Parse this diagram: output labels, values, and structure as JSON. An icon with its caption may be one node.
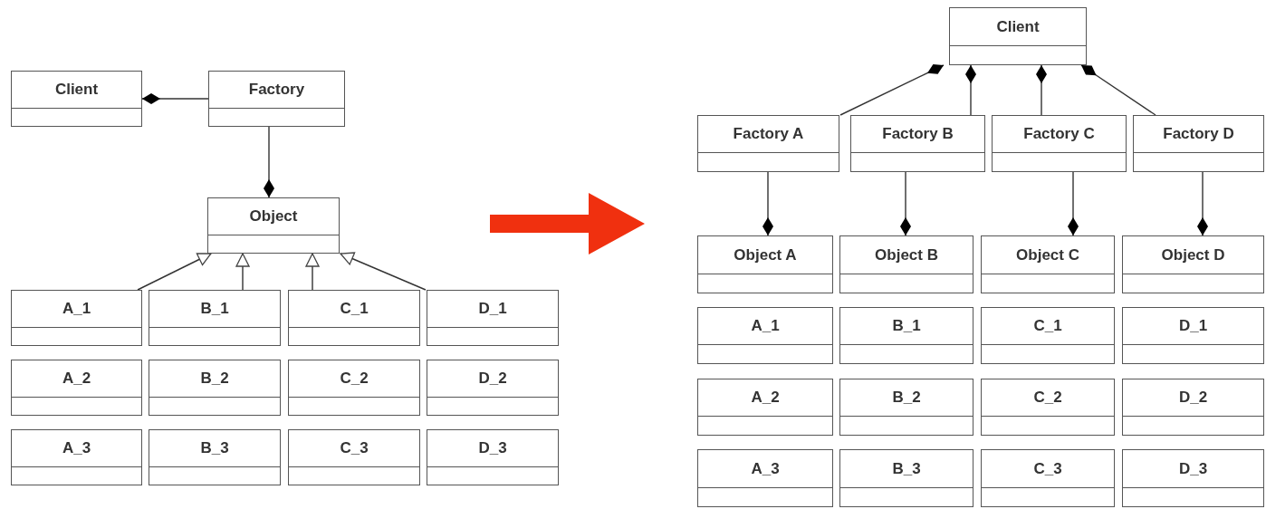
{
  "diagram": {
    "nodes": [
      {
        "text": [
          "Client"
        ]
      },
      {
        "text": [
          "Factory"
        ]
      },
      {
        "text": [
          "Object"
        ]
      },
      {
        "text": [
          "A_1"
        ]
      },
      {
        "text": [
          "B_1"
        ]
      },
      {
        "text": [
          "C_1"
        ]
      },
      {
        "text": [
          "D_1"
        ]
      },
      {
        "text": [
          "A_2"
        ]
      },
      {
        "text": [
          "B_2"
        ]
      },
      {
        "text": [
          "C_2"
        ]
      },
      {
        "text": [
          "D_2"
        ]
      },
      {
        "text": [
          "A_3"
        ]
      },
      {
        "text": [
          "B_3"
        ]
      },
      {
        "text": [
          "C_3"
        ]
      },
      {
        "text": [
          "D_3"
        ]
      },
      {
        "text": [
          "Client"
        ]
      },
      {
        "text": [
          "Factory A"
        ]
      },
      {
        "text": [
          "Factory B"
        ]
      },
      {
        "text": [
          "Factory C"
        ]
      },
      {
        "text": [
          "Factory D"
        ]
      },
      {
        "text": [
          "Object A"
        ]
      },
      {
        "text": [
          "Object B"
        ]
      },
      {
        "text": [
          "Object C"
        ]
      },
      {
        "text": [
          "Object D"
        ]
      },
      {
        "text": [
          "A_1"
        ]
      },
      {
        "text": [
          "B_1"
        ]
      },
      {
        "text": [
          "C_1"
        ]
      },
      {
        "text": [
          "D_1"
        ]
      },
      {
        "text": [
          "A_2"
        ]
      },
      {
        "text": [
          "B_2"
        ]
      },
      {
        "text": [
          "C_2"
        ]
      },
      {
        "text": [
          "D_2"
        ]
      },
      {
        "text": [
          "A_3"
        ]
      },
      {
        "text": [
          "B_3"
        ]
      },
      {
        "text": [
          "C_3"
        ]
      },
      {
        "text": [
          "D_3"
        ]
      }
    ],
    "edges": [
      {
        "from": 0,
        "to": 1,
        "arrow": "other"
      },
      {
        "from": 2,
        "to": 1,
        "arrow": "other"
      },
      {
        "from": 3,
        "to": 2,
        "arrow": "to"
      },
      {
        "from": 4,
        "to": 2,
        "arrow": "to"
      },
      {
        "from": 5,
        "to": 2,
        "arrow": "to"
      },
      {
        "from": 6,
        "to": 2,
        "arrow": "to"
      },
      {
        "from": 15,
        "to": 16,
        "arrow": "other"
      },
      {
        "from": 15,
        "to": 17,
        "arrow": "other"
      },
      {
        "from": 15,
        "to": 18,
        "arrow": "other"
      },
      {
        "from": 15,
        "to": 19,
        "arrow": "other"
      },
      {
        "from": 20,
        "to": 16,
        "arrow": "other"
      },
      {
        "from": 21,
        "to": 17,
        "arrow": "other"
      },
      {
        "from": 22,
        "to": 18,
        "arrow": "other"
      },
      {
        "from": 23,
        "to": 19,
        "arrow": "other"
      }
    ]
  }
}
